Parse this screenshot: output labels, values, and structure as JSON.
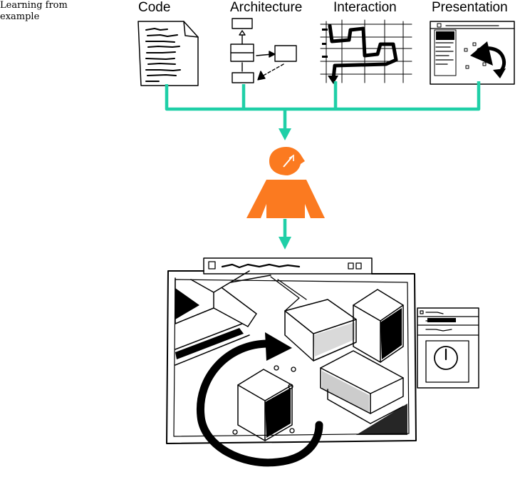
{
  "caption": "Learning from example",
  "sources": [
    {
      "label": "Code"
    },
    {
      "label": "Architecture"
    },
    {
      "label": "Interaction"
    },
    {
      "label": "Presentation"
    }
  ],
  "colors": {
    "connector": "#1fcfa7",
    "person": "#fb7a20",
    "ink": "#000000"
  },
  "icons": {
    "code": "document-icon",
    "architecture": "box-diagram-icon",
    "interaction": "flow-path-icon",
    "presentation": "presentation-window-icon",
    "learner": "person-icon",
    "result": "3d-view-window-icon"
  }
}
